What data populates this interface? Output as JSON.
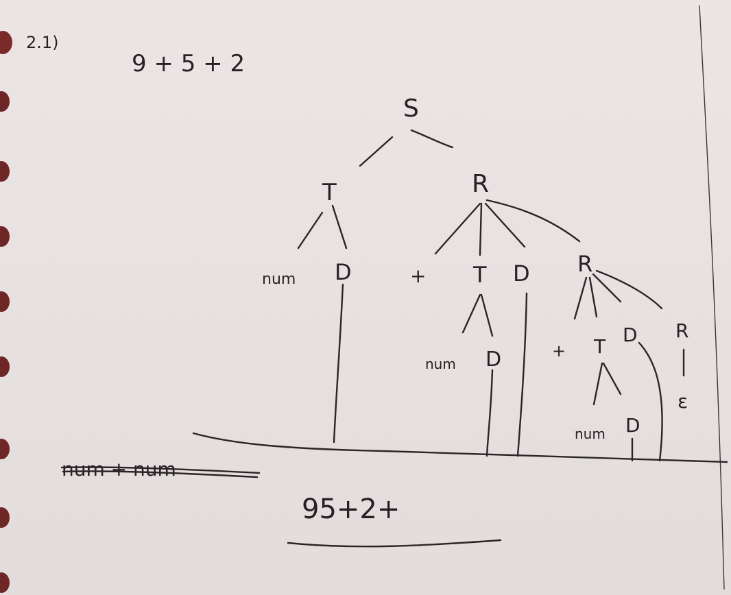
{
  "problem": {
    "number": "2.1)",
    "expression": "9 + 5 + 2"
  },
  "tree": {
    "root": "S",
    "nodes": {
      "t1": "T",
      "r1": "R",
      "num1": "num",
      "d1": "D",
      "plus1": "+",
      "t2": "T",
      "d2": "D",
      "num2": "num",
      "d3": "D",
      "r2": "R",
      "plus2": "+",
      "t3": "T",
      "d4": "D",
      "r3": "R",
      "num3": "num",
      "d5": "D",
      "epsilon": "ε"
    }
  },
  "crossed_out": "num + num",
  "result": "95+2+",
  "colors": {
    "paper": "#e9e3e3",
    "ink": "#2a2627",
    "binder_hole": "#7a2a2a"
  }
}
